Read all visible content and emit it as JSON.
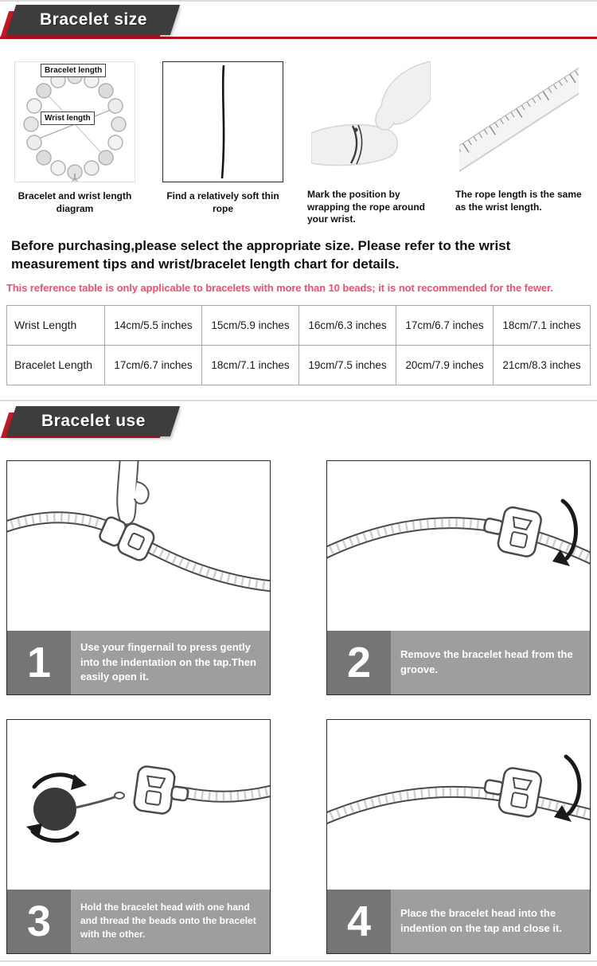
{
  "colors": {
    "accent_red": "#b5121e",
    "ribbon_dark": "#3d3d3d",
    "note_pink": "#fb4a6b",
    "band_gray": "#9e9e9e",
    "number_box_gray": "#757575"
  },
  "section_size": {
    "title": "Bracelet size",
    "figures": [
      {
        "caption": "Bracelet and wrist length diagram",
        "label_bracelet": "Bracelet length",
        "label_wrist": "Wrist length"
      },
      {
        "caption": "Find a relatively soft thin rope"
      },
      {
        "caption": "Mark the position by wrapping the rope around your wrist."
      },
      {
        "caption": "The rope length is the same as the wrist length."
      }
    ],
    "intro": "Before purchasing,please select the appropriate size. Please refer to the wrist measurement tips and wrist/bracelet length chart for details.",
    "note": "This reference table is only applicable to bracelets with more than 10 beads; it is not recommended for the fewer.",
    "table": {
      "rows": [
        {
          "header": "Wrist Length",
          "cells": [
            "14cm/5.5 inches",
            "15cm/5.9 inches",
            "16cm/6.3 inches",
            "17cm/6.7 inches",
            "18cm/7.1 inches"
          ]
        },
        {
          "header": "Bracelet Length",
          "cells": [
            "17cm/6.7 inches",
            "18cm/7.1 inches",
            "19cm/7.5 inches",
            "20cm/7.9 inches",
            "21cm/8.3 inches"
          ]
        }
      ]
    }
  },
  "section_use": {
    "title": "Bracelet use",
    "steps": [
      {
        "num": "1",
        "text": "Use your fingernail to press gently into the indentation on the tap.Then easily open it."
      },
      {
        "num": "2",
        "text": "Remove the bracelet head from the groove."
      },
      {
        "num": "3",
        "text": "Hold the bracelet head with one hand and thread the beads onto the bracelet with the other."
      },
      {
        "num": "4",
        "text": "Place the bracelet head into the indention on the tap and close it."
      }
    ]
  }
}
